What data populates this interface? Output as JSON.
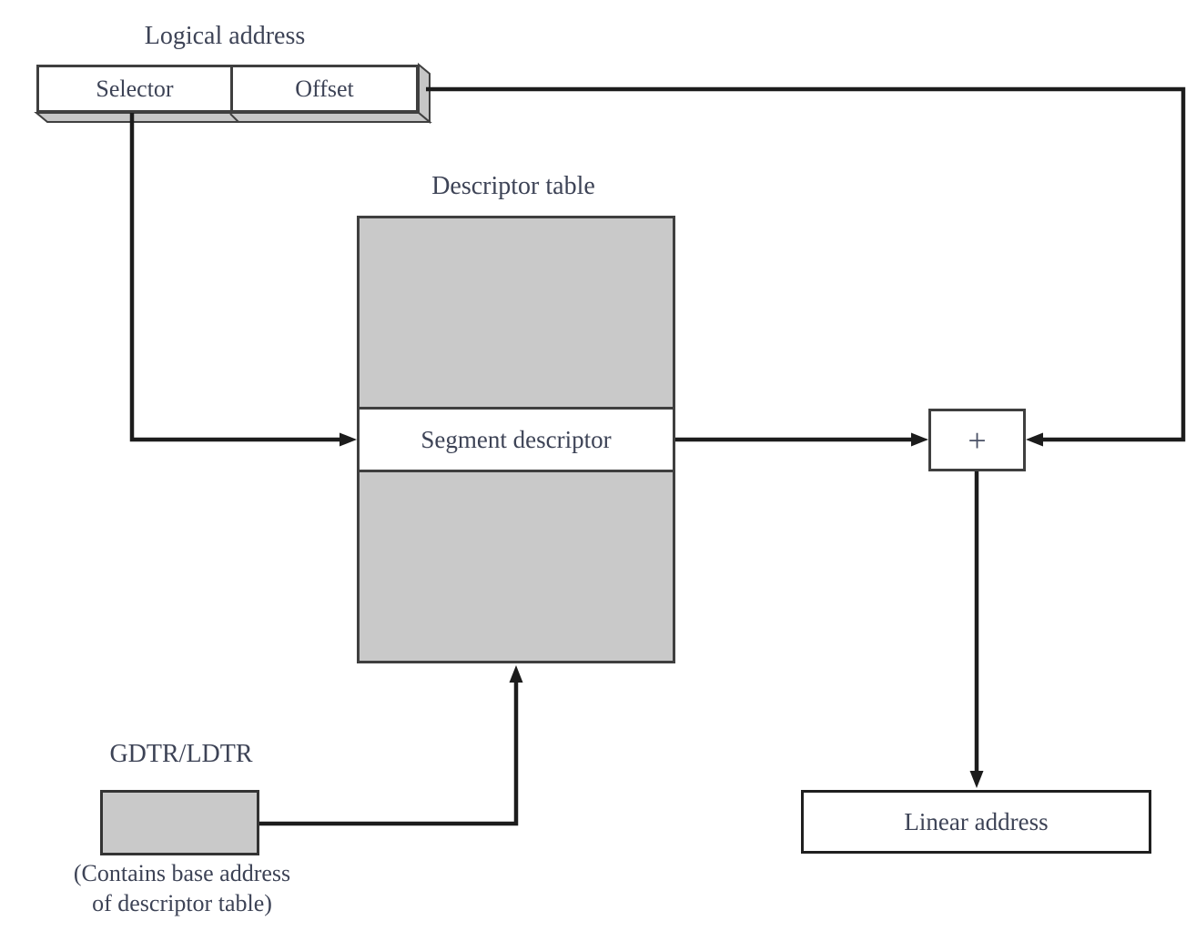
{
  "diagram": {
    "logical_address_label": "Logical address",
    "selector_label": "Selector",
    "offset_label": "Offset",
    "descriptor_table_label": "Descriptor table",
    "segment_descriptor_label": "Segment descriptor",
    "plus_symbol": "+",
    "linear_address_label": "Linear address",
    "gdtr_label": "GDTR/LDTR",
    "gdtr_caption_line1": "(Contains base address",
    "gdtr_caption_line2": "of descriptor table)",
    "colors": {
      "fill_gray": "#c9c9c9",
      "border_dark": "#3f3f3f",
      "line_black": "#1c1c1c",
      "text_navy": "#3d4356"
    }
  }
}
